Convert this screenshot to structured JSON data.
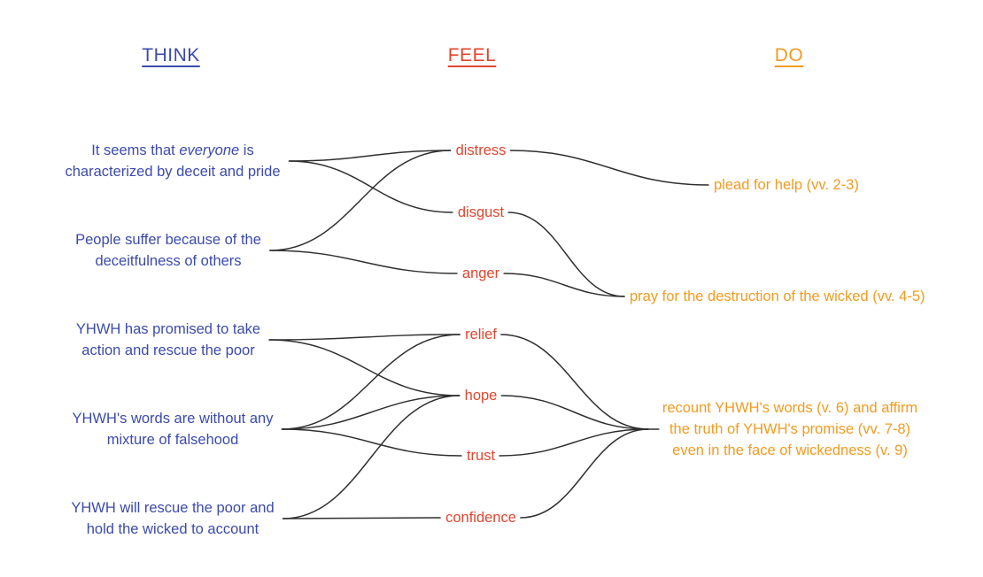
{
  "headers": {
    "think": "THINK",
    "feel": "FEEL",
    "do": "DO"
  },
  "colors": {
    "think_blue": "#3b4aae",
    "feel_red": "#e2452e",
    "do_orange": "#f39b20",
    "connector_line": "#2f2f2f"
  },
  "think": {
    "items": [
      {
        "line1_pre": "It seems that ",
        "line1_italic": "everyone",
        "line1_suf": " is",
        "line2": "characterized by deceit and pride"
      },
      {
        "line1": "People suffer because of the",
        "line2": "deceitfulness of others"
      },
      {
        "line1": "YHWH has promised to take",
        "line2": "action and rescue the poor"
      },
      {
        "line1": "YHWH's words are without any",
        "line2": "mixture of falsehood"
      },
      {
        "line1": "YHWH will rescue the poor and",
        "line2": "hold the wicked to account"
      }
    ]
  },
  "feel": {
    "items": [
      "distress",
      "disgust",
      "anger",
      "relief",
      "hope",
      "trust",
      "confidence"
    ]
  },
  "do": {
    "items": [
      {
        "line1": "plead for help (vv. 2-3)"
      },
      {
        "line1": "pray for the destruction of the wicked (vv. 4-5)"
      },
      {
        "line1": "recount YHWH's words (v. 6) and affirm",
        "line2": "the truth of YHWH's promise (vv. 7-8)",
        "line3": "even in the face of wickedness (v. 9)"
      }
    ]
  },
  "connections": [
    {
      "from": "think1",
      "to": "distress"
    },
    {
      "from": "think1",
      "to": "disgust"
    },
    {
      "from": "think2",
      "to": "distress"
    },
    {
      "from": "think2",
      "to": "anger"
    },
    {
      "from": "think3",
      "to": "relief"
    },
    {
      "from": "think3",
      "to": "hope"
    },
    {
      "from": "think4",
      "to": "relief"
    },
    {
      "from": "think4",
      "to": "hope"
    },
    {
      "from": "think4",
      "to": "trust"
    },
    {
      "from": "think5",
      "to": "hope"
    },
    {
      "from": "think5",
      "to": "confidence"
    },
    {
      "from": "distress",
      "to": "plead"
    },
    {
      "from": "disgust",
      "to": "pray"
    },
    {
      "from": "anger",
      "to": "pray"
    },
    {
      "from": "relief",
      "to": "recount"
    },
    {
      "from": "hope",
      "to": "recount"
    },
    {
      "from": "trust",
      "to": "recount"
    },
    {
      "from": "confidence",
      "to": "recount"
    }
  ]
}
